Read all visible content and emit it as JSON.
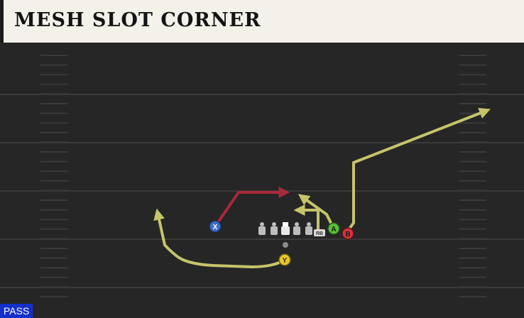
{
  "play": {
    "title": "MESH SLOT CORNER",
    "type_badge": "PASS"
  },
  "colors": {
    "field": "#262626",
    "yard_line": "#3a3a3a",
    "route_primary": "#c5c46a",
    "route_secondary": "#a8283c",
    "badge_bg": "#1530c8",
    "X": "#3b6fc9",
    "Y": "#e6c72a",
    "A": "#59c03a",
    "B": "#d6323c"
  },
  "players": {
    "X": {
      "label": "X"
    },
    "Y": {
      "label": "Y"
    },
    "A": {
      "label": "A"
    },
    "B": {
      "label": "B"
    },
    "RB": {
      "label": "RB"
    }
  }
}
